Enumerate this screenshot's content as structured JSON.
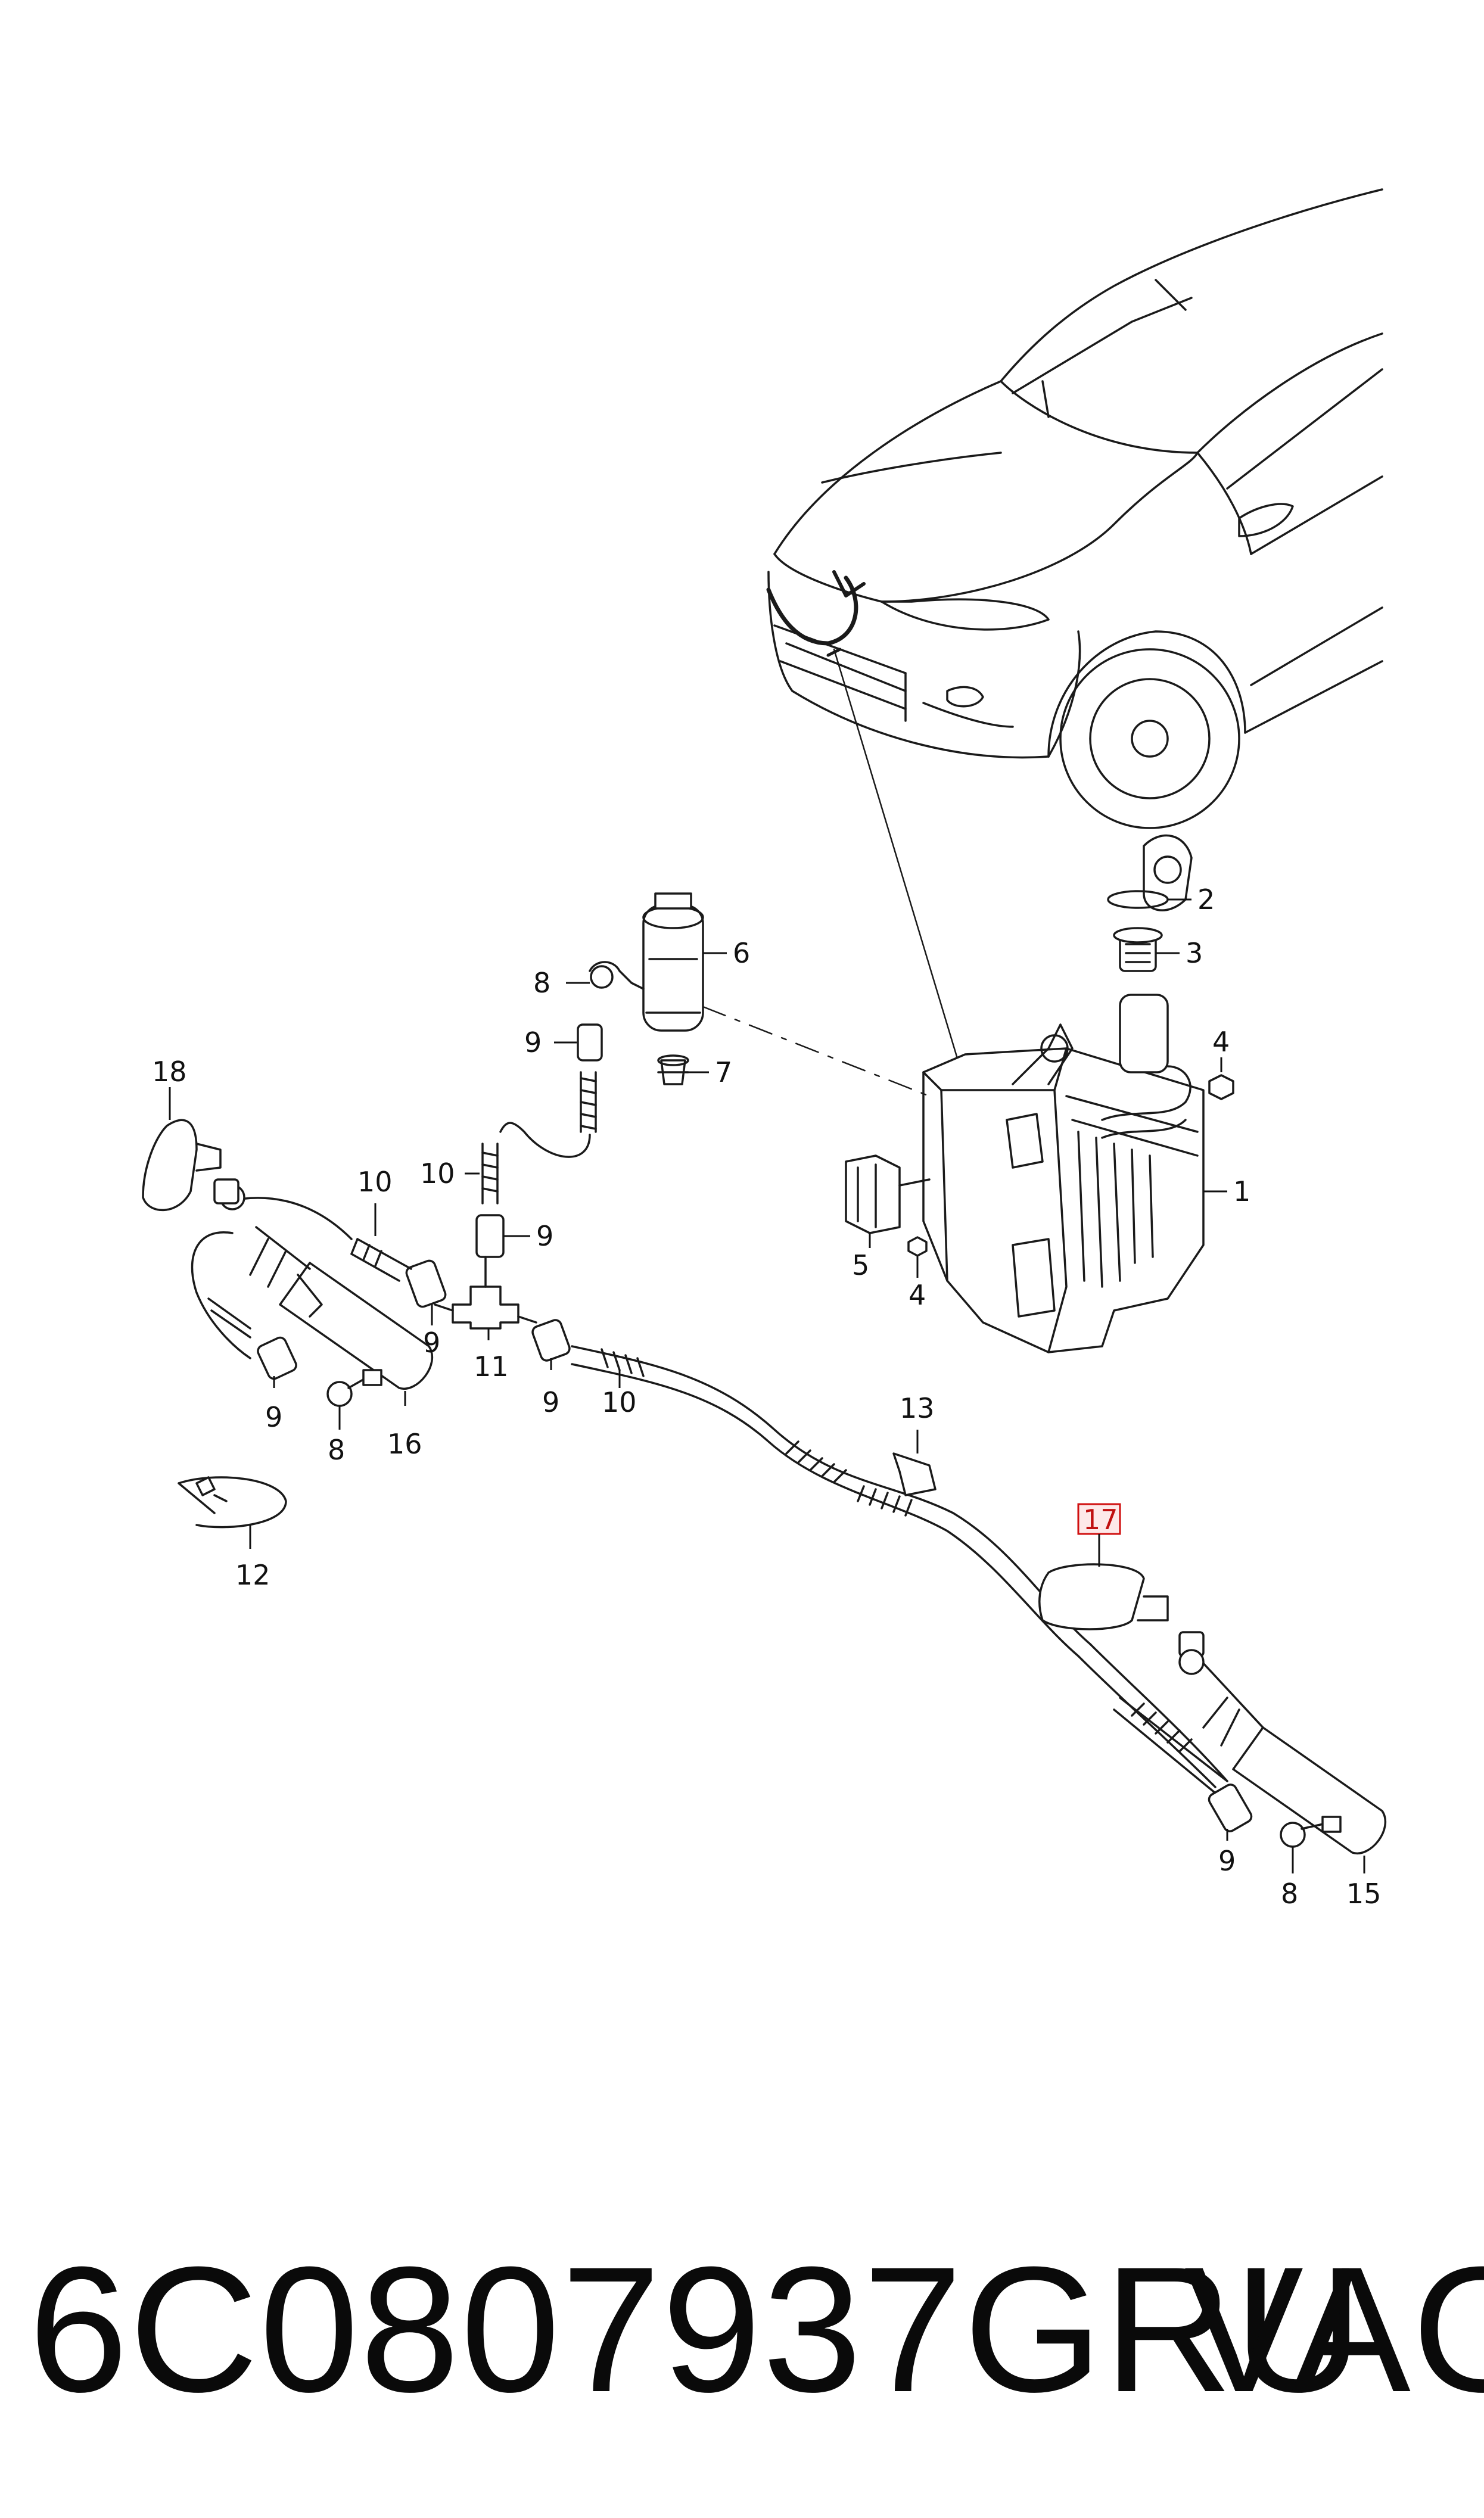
{
  "callouts": [
    {
      "id": "c1",
      "label": "1"
    },
    {
      "id": "c2",
      "label": "2"
    },
    {
      "id": "c3",
      "label": "3"
    },
    {
      "id": "c4a",
      "label": "4"
    },
    {
      "id": "c4b",
      "label": "4"
    },
    {
      "id": "c5",
      "label": "5"
    },
    {
      "id": "c6",
      "label": "6"
    },
    {
      "id": "c7",
      "label": "7"
    },
    {
      "id": "c8a",
      "label": "8"
    },
    {
      "id": "c8b",
      "label": "8"
    },
    {
      "id": "c8c",
      "label": "8"
    },
    {
      "id": "c9a",
      "label": "9"
    },
    {
      "id": "c9b",
      "label": "9"
    },
    {
      "id": "c9c",
      "label": "9"
    },
    {
      "id": "c9d",
      "label": "9"
    },
    {
      "id": "c9e",
      "label": "9"
    },
    {
      "id": "c9f",
      "label": "9"
    },
    {
      "id": "c10a",
      "label": "10"
    },
    {
      "id": "c10b",
      "label": "10"
    },
    {
      "id": "c10c",
      "label": "10"
    },
    {
      "id": "c11",
      "label": "11"
    },
    {
      "id": "c12",
      "label": "12"
    },
    {
      "id": "c13",
      "label": "13"
    },
    {
      "id": "c15",
      "label": "15"
    },
    {
      "id": "c16",
      "label": "16"
    },
    {
      "id": "c17",
      "label": "17",
      "highlighted": true
    },
    {
      "id": "c18",
      "label": "18"
    }
  ],
  "caption": {
    "part_number": "6C0807937GRU",
    "brand": "VAG"
  },
  "colors": {
    "line": "#1a1a1a",
    "highlight_border": "#d01010",
    "highlight_fill": "#fde9e9"
  }
}
